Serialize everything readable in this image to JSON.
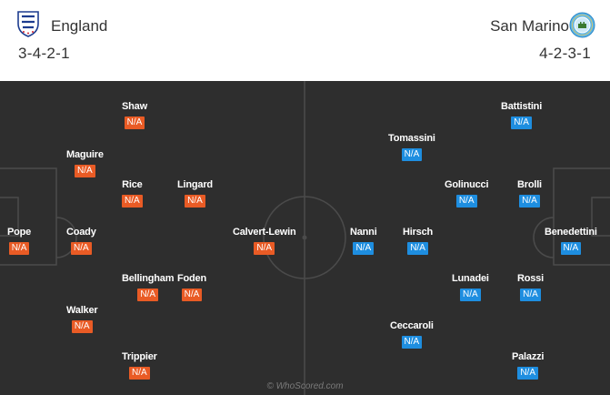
{
  "home": {
    "name": "England",
    "formation": "3-4-2-1",
    "crest_icon": "england-three-lions-crest",
    "color": "#e95b25",
    "players": [
      {
        "name": "Pope",
        "rating": "N/A"
      },
      {
        "name": "Maguire",
        "rating": "N/A"
      },
      {
        "name": "Coady",
        "rating": "N/A"
      },
      {
        "name": "Walker",
        "rating": "N/A"
      },
      {
        "name": "Shaw",
        "rating": "N/A"
      },
      {
        "name": "Rice",
        "rating": "N/A"
      },
      {
        "name": "Bellingham",
        "rating": "N/A"
      },
      {
        "name": "Trippier",
        "rating": "N/A"
      },
      {
        "name": "Lingard",
        "rating": "N/A"
      },
      {
        "name": "Foden",
        "rating": "N/A"
      },
      {
        "name": "Calvert-Lewin",
        "rating": "N/A"
      }
    ]
  },
  "away": {
    "name": "San Marino",
    "formation": "4-2-3-1",
    "crest_icon": "san-marino-federation-crest",
    "color": "#1e8ee0",
    "players": [
      {
        "name": "Benedettini",
        "rating": "N/A"
      },
      {
        "name": "Battistini",
        "rating": "N/A"
      },
      {
        "name": "Brolli",
        "rating": "N/A"
      },
      {
        "name": "Rossi",
        "rating": "N/A"
      },
      {
        "name": "Palazzi",
        "rating": "N/A"
      },
      {
        "name": "Golinucci",
        "rating": "N/A"
      },
      {
        "name": "Lunadei",
        "rating": "N/A"
      },
      {
        "name": "Tomassini",
        "rating": "N/A"
      },
      {
        "name": "Hirsch",
        "rating": "N/A"
      },
      {
        "name": "Ceccaroli",
        "rating": "N/A"
      },
      {
        "name": "Nanni",
        "rating": "N/A"
      }
    ]
  },
  "watermark": "© WhoScored.com"
}
